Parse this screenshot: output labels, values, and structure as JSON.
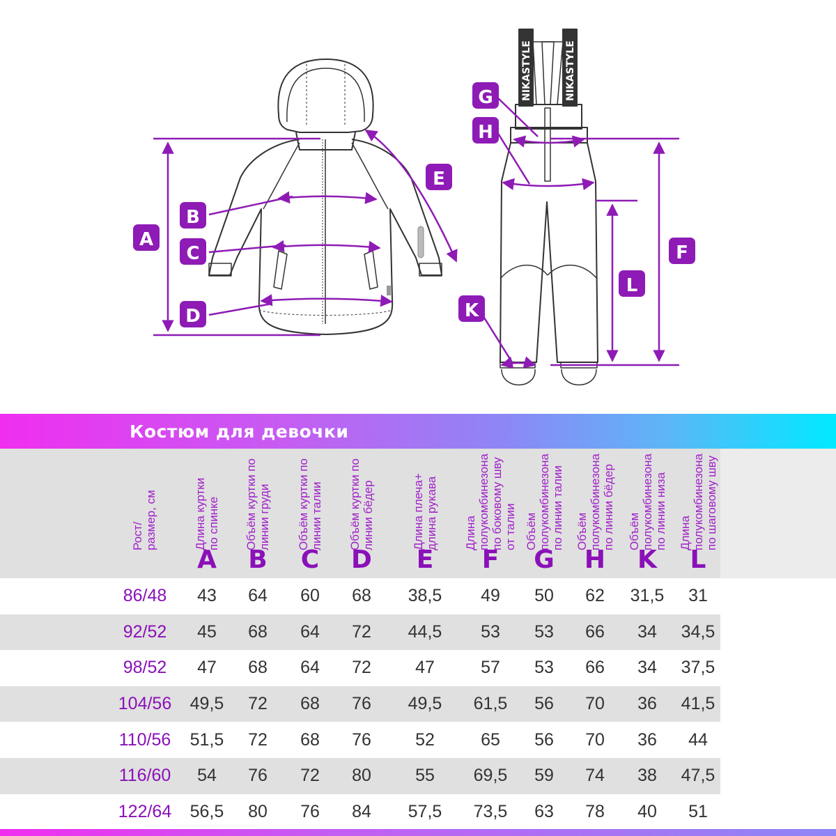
{
  "brand": {
    "strap_text": "NIKASTYLE",
    "accent": "#8a10b8",
    "badge_color": "#8e1bb5"
  },
  "diagram": {
    "labels": {
      "A": "A",
      "B": "B",
      "C": "C",
      "D": "D",
      "E": "E",
      "F": "F",
      "G": "G",
      "H": "H",
      "K": "K",
      "L": "L"
    }
  },
  "table": {
    "title": "Костюм для девочки",
    "size_header": "Рост/\nразмер, см",
    "columns": [
      {
        "letter": "A",
        "label": "Длина куртки\nпо спинке"
      },
      {
        "letter": "B",
        "label": "Объём куртки по\nлинии груди"
      },
      {
        "letter": "C",
        "label": "Объём куртки по\nлинии талии"
      },
      {
        "letter": "D",
        "label": "Объём куртки по\nлинии бёдер"
      },
      {
        "letter": "E",
        "label": "Длина плеча+\nдлина рукава"
      },
      {
        "letter": "F",
        "label": "Длина\nполукомбинезона\nпо боковому шву\nот талии"
      },
      {
        "letter": "G",
        "label": "Объём\nполукомбинезона\nпо линии талии"
      },
      {
        "letter": "H",
        "label": "Объём\nполукомбинезона\nпо линии бёдер"
      },
      {
        "letter": "K",
        "label": "Объём\nполукомбинезона\nпо линии низа"
      },
      {
        "letter": "L",
        "label": "Длина\nполукомбинезона\nпо шаговому шву"
      }
    ],
    "rows": [
      {
        "size": "86/48",
        "values": [
          "43",
          "64",
          "60",
          "68",
          "38,5",
          "49",
          "50",
          "62",
          "31,5",
          "31"
        ]
      },
      {
        "size": "92/52",
        "values": [
          "45",
          "68",
          "64",
          "72",
          "44,5",
          "53",
          "53",
          "66",
          "34",
          "34,5"
        ]
      },
      {
        "size": "98/52",
        "values": [
          "47",
          "68",
          "64",
          "72",
          "47",
          "57",
          "53",
          "66",
          "34",
          "37,5"
        ]
      },
      {
        "size": "104/56",
        "values": [
          "49,5",
          "72",
          "68",
          "76",
          "49,5",
          "61,5",
          "56",
          "70",
          "36",
          "41,5"
        ]
      },
      {
        "size": "110/56",
        "values": [
          "51,5",
          "72",
          "68",
          "76",
          "52",
          "65",
          "56",
          "70",
          "36",
          "44"
        ]
      },
      {
        "size": "116/60",
        "values": [
          "54",
          "76",
          "72",
          "80",
          "55",
          "69,5",
          "59",
          "74",
          "38",
          "47,5"
        ]
      },
      {
        "size": "122/64",
        "values": [
          "56,5",
          "80",
          "76",
          "84",
          "57,5",
          "73,5",
          "63",
          "78",
          "40",
          "51"
        ]
      }
    ]
  }
}
